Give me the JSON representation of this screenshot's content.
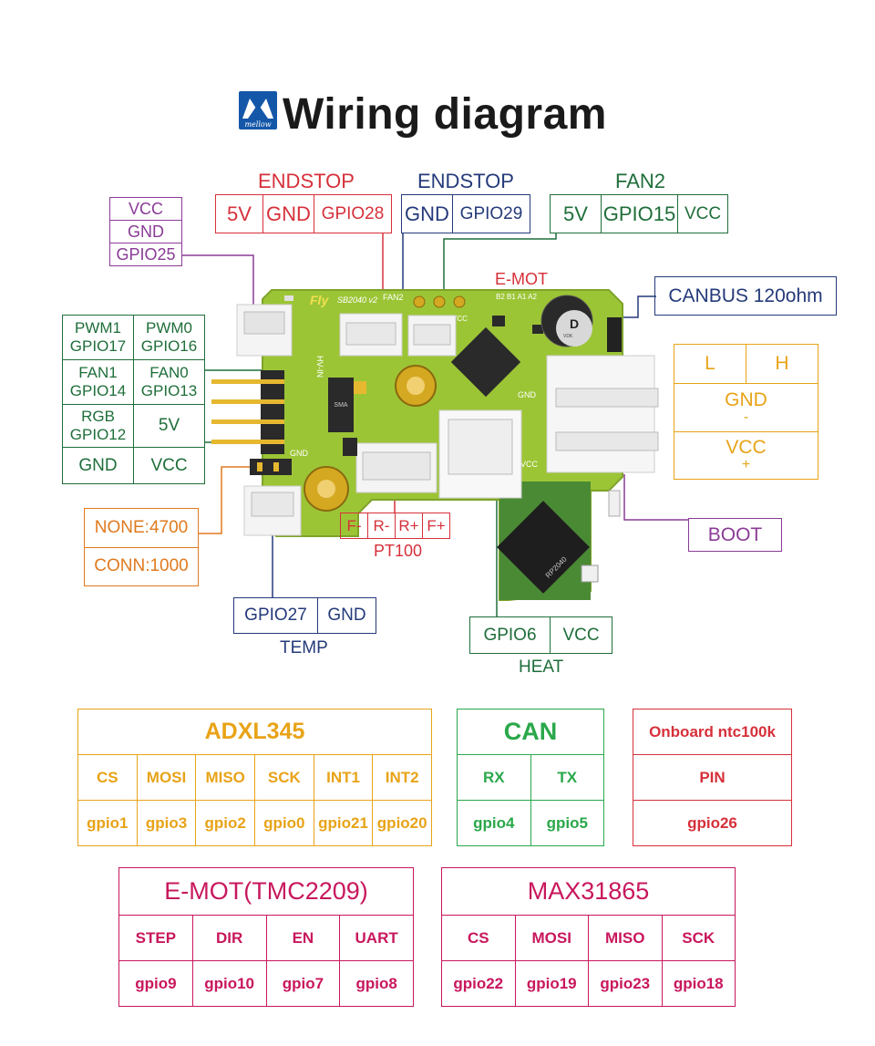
{
  "title": "Wiring diagram",
  "logo_text": "mellow",
  "colors": {
    "red": "#d6303a",
    "navy": "#243a7a",
    "green": "#1f6e3a",
    "purple": "#8a3b96",
    "orange": "#e07a1f",
    "gold": "#e8a317",
    "brightgreen": "#2aa84a",
    "magenta": "#c8175d",
    "pcb": "#9cc536"
  },
  "endstop_red": {
    "title": "ENDSTOP",
    "cells": [
      "5V",
      "GND",
      "GPIO28"
    ]
  },
  "endstop_blue": {
    "title": "ENDSTOP",
    "cells": [
      "GND",
      "GPIO29"
    ]
  },
  "fan2": {
    "title": "FAN2",
    "cells": [
      "5V",
      "GPIO15",
      "VCC"
    ]
  },
  "vcc_stack": [
    "VCC",
    "GND",
    "GPIO25"
  ],
  "emot_label": "E-MOT",
  "canbus": "CANBUS 120ohm",
  "can_terminal": {
    "l": "L",
    "h": "H",
    "gnd": "GND",
    "minus": "-",
    "vcc": "VCC",
    "plus": "+"
  },
  "left_grid": [
    [
      "PWM1\nGPIO17",
      "PWM0\nGPIO16"
    ],
    [
      "FAN1\nGPIO14",
      "FAN0\nGPIO13"
    ],
    [
      "RGB\nGPIO12",
      "5V"
    ],
    [
      "GND",
      "VCC"
    ]
  ],
  "pullup": [
    "NONE:4700",
    "CONN:1000"
  ],
  "pt100": {
    "cells": [
      "F-",
      "R-",
      "R+",
      "F+"
    ],
    "label": "PT100"
  },
  "temp": {
    "cells": [
      "GPIO27",
      "GND"
    ],
    "label": "TEMP"
  },
  "heat": {
    "cells": [
      "GPIO6",
      "VCC"
    ],
    "label": "HEAT"
  },
  "boot": "BOOT",
  "pcb_text": {
    "brand": "Fly",
    "model": "SB2040 v2",
    "fan2": "FAN2",
    "vcc": "VCC",
    "hvin": "HV-IN",
    "gnd1": "GND",
    "gnd2": "GND",
    "vcc2": "VCC",
    "sma": "SMA",
    "chip": "RP2040",
    "emot_pins": "B2 B1 A1 A2",
    "cap": "D",
    "cap_sub": "VDK"
  },
  "adxl": {
    "title": "ADXL345",
    "headers": [
      "CS",
      "MOSI",
      "MISO",
      "SCK",
      "INT1",
      "INT2"
    ],
    "values": [
      "gpio1",
      "gpio3",
      "gpio2",
      "gpio0",
      "gpio21",
      "gpio20"
    ]
  },
  "can": {
    "title": "CAN",
    "headers": [
      "RX",
      "TX"
    ],
    "values": [
      "gpio4",
      "gpio5"
    ]
  },
  "ntc": {
    "title": "Onboard ntc100k",
    "header": "PIN",
    "value": "gpio26"
  },
  "emot": {
    "title": "E-MOT(TMC2209)",
    "headers": [
      "STEP",
      "DIR",
      "EN",
      "UART"
    ],
    "values": [
      "gpio9",
      "gpio10",
      "gpio7",
      "gpio8"
    ]
  },
  "max": {
    "title": "MAX31865",
    "headers": [
      "CS",
      "MOSI",
      "MISO",
      "SCK"
    ],
    "values": [
      "gpio22",
      "gpio19",
      "gpio23",
      "gpio18"
    ]
  }
}
